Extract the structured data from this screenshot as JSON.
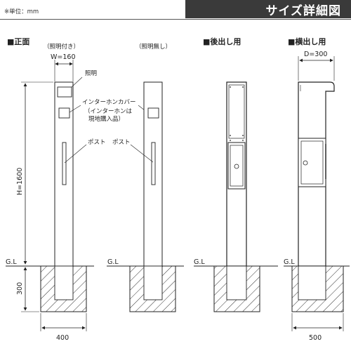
{
  "unit_note": "※単位：mm",
  "title": "サイズ詳細図",
  "views": {
    "front": "■正面",
    "back": "■後出し用",
    "side": "■横出し用"
  },
  "front": {
    "with_light": "（照明付き）",
    "without_light": "（照明無し）",
    "width": "W=160",
    "height": "H=1600",
    "light": "照明",
    "intercom_cover": "インターホンカバー",
    "intercom_note_1": "（インターホンは",
    "intercom_note_2": "現地購入品）",
    "post_1": "ポスト",
    "post_2": "ポスト"
  },
  "side": {
    "depth": "D=300"
  },
  "ground": {
    "gl_1": "G.L",
    "gl_2": "G.L",
    "gl_3": "G.L",
    "gl_4": "G.L",
    "depth": "300",
    "base_width_1": "400",
    "base_width_2": "500"
  }
}
